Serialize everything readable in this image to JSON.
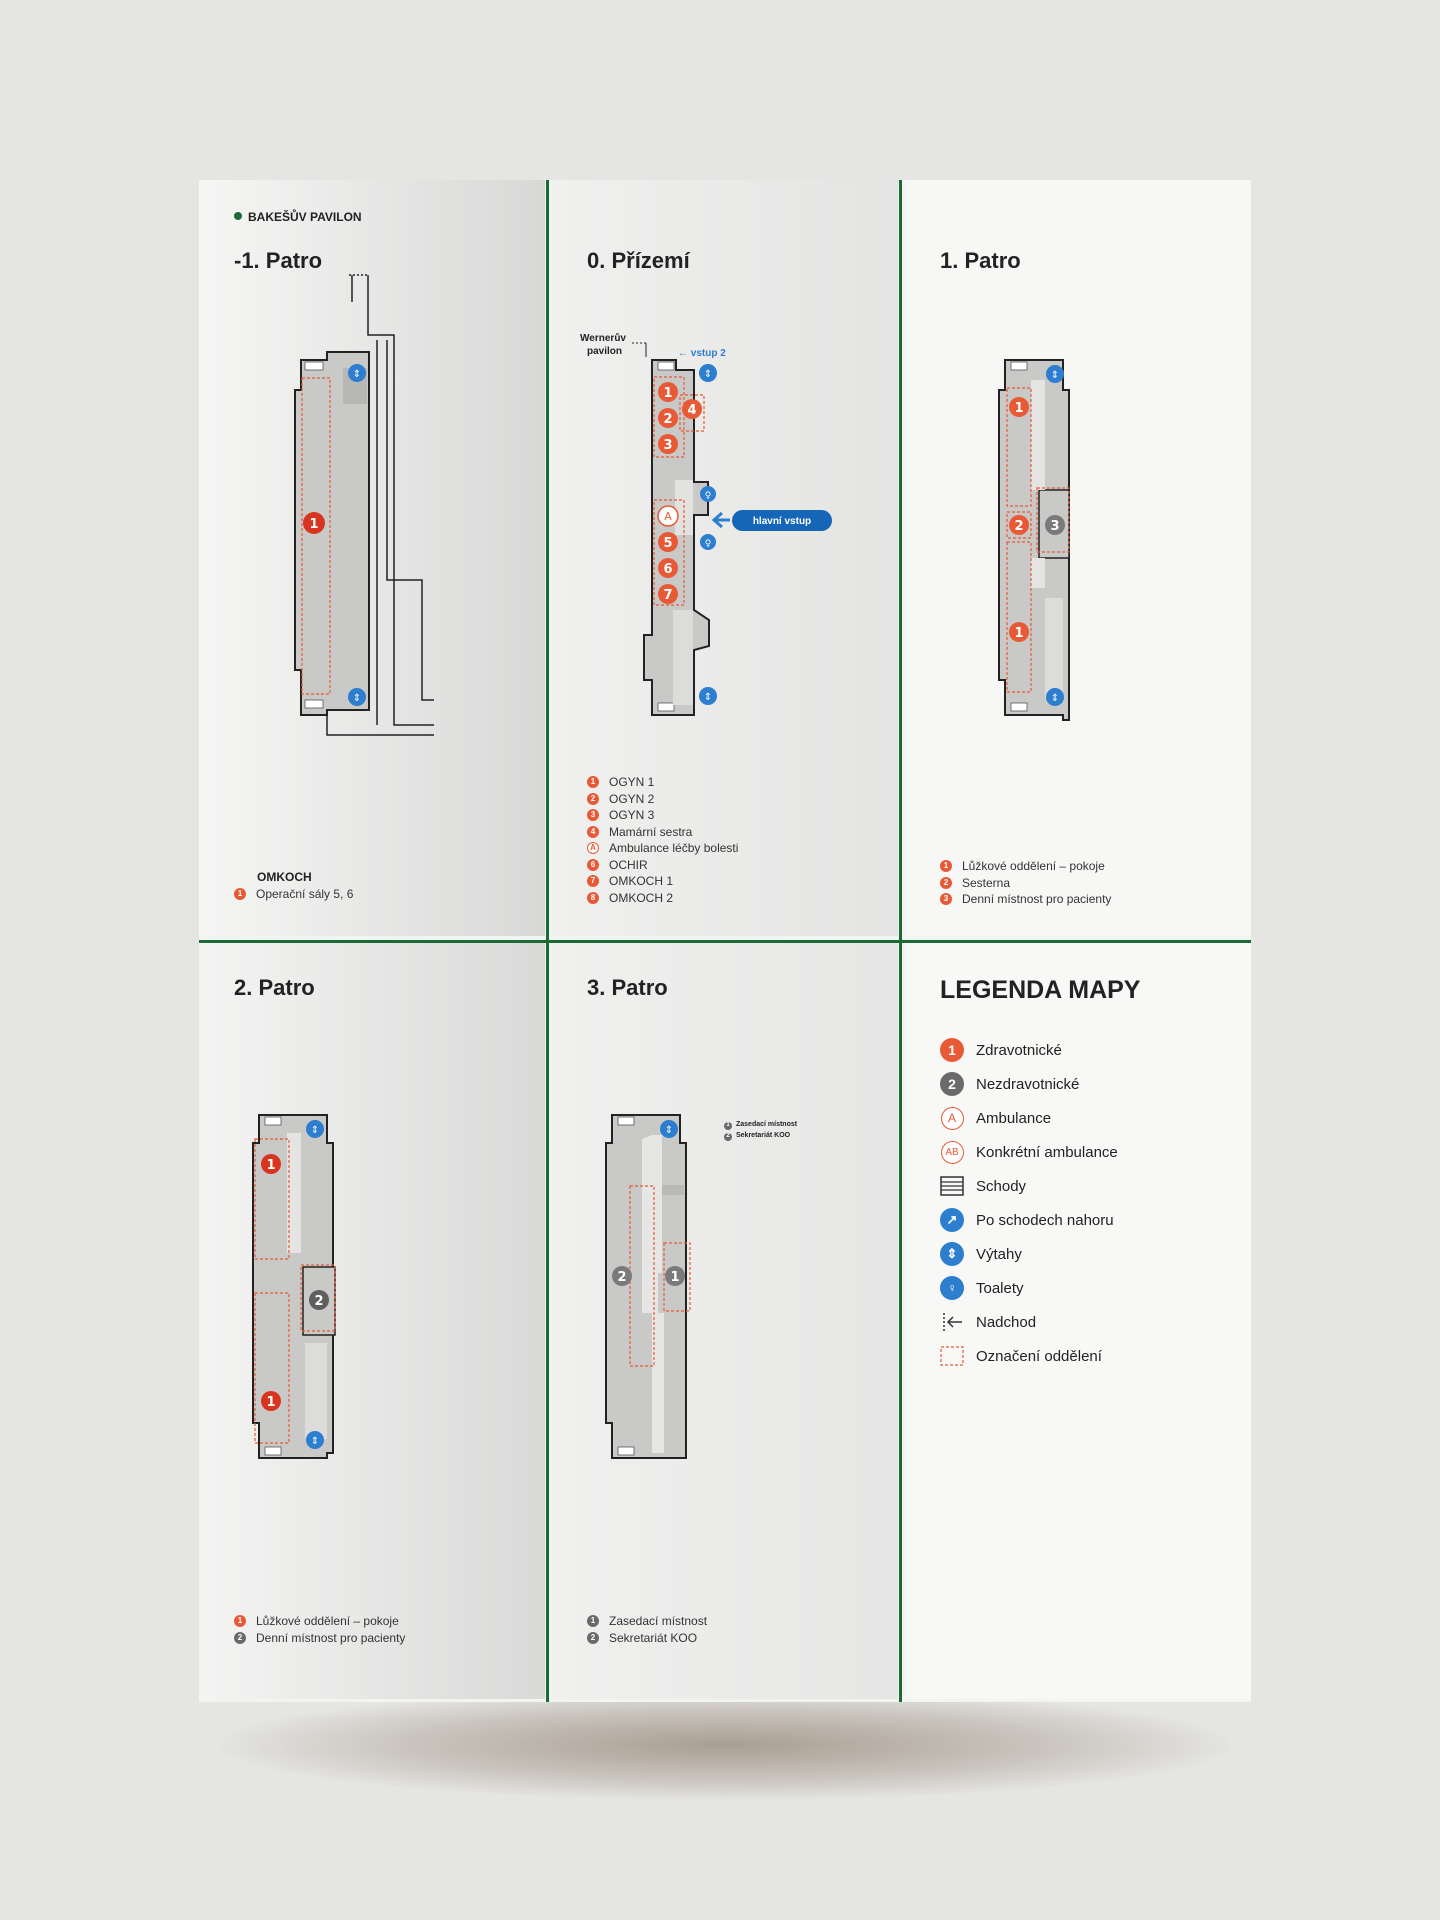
{
  "building": "BAKEŠŮV PAVILON",
  "colors": {
    "accent": "#1c6b34",
    "medical": "#e85a36",
    "nonmedical": "#6a6a6a",
    "blue": "#2d7ecf"
  },
  "floors": {
    "minus1": {
      "title": "-1. Patro",
      "legend_heading": "OMKOCH",
      "legend": [
        {
          "n": "1",
          "text": "Operační sály 5, 6"
        }
      ]
    },
    "ground": {
      "title": "0. Přízemí",
      "labels": {
        "werner": "Wernerův pavilon",
        "vstup2": "← vstup 2",
        "main": "hlavní vstup"
      },
      "legend": [
        {
          "n": "1",
          "text": "OGYN 1"
        },
        {
          "n": "2",
          "text": "OGYN 2"
        },
        {
          "n": "3",
          "text": "OGYN 3"
        },
        {
          "n": "4",
          "text": "Mamární sestra"
        },
        {
          "n": "A",
          "text": "Ambulance léčby bolesti"
        },
        {
          "n": "6",
          "text": "OCHIR"
        },
        {
          "n": "7",
          "text": "OMKOCH 1"
        },
        {
          "n": "8",
          "text": "OMKOCH 2"
        }
      ]
    },
    "first": {
      "title": "1. Patro",
      "legend": [
        {
          "n": "1",
          "text": "Lůžkové oddělení – pokoje"
        },
        {
          "n": "2",
          "text": "Sesterna"
        },
        {
          "n": "3",
          "text": "Denní místnost pro pacienty"
        }
      ]
    },
    "second": {
      "title": "2. Patro",
      "legend": [
        {
          "n": "1",
          "text": "Lůžkové oddělení – pokoje"
        },
        {
          "n": "2",
          "text": "Denní místnost pro pacienty"
        }
      ]
    },
    "third": {
      "title": "3. Patro",
      "mini": [
        {
          "n": "1",
          "text": "Zasedací místnost"
        },
        {
          "n": "2",
          "text": "Sekretariát KOO"
        }
      ],
      "legend": [
        {
          "n": "1",
          "text": "Zasedací místnost"
        },
        {
          "n": "2",
          "text": "Sekretariát KOO"
        }
      ]
    }
  },
  "map_legend": {
    "title": "LEGENDA MAPY",
    "items": [
      {
        "icon": "medical-number-icon",
        "label": "Zdravotnické"
      },
      {
        "icon": "nonmedical-number-icon",
        "label": "Nezdravotnické"
      },
      {
        "icon": "ambulance-icon",
        "label": "Ambulance"
      },
      {
        "icon": "specific-ambulance-icon",
        "label": "Konkrétní ambulance"
      },
      {
        "icon": "stairs-icon",
        "label": "Schody"
      },
      {
        "icon": "stairs-up-icon",
        "label": "Po schodech nahoru"
      },
      {
        "icon": "elevator-icon",
        "label": "Výtahy"
      },
      {
        "icon": "toilet-icon",
        "label": "Toalety"
      },
      {
        "icon": "passage-icon",
        "label": "Nadchod"
      },
      {
        "icon": "department-outline-icon",
        "label": "Označení oddělení"
      }
    ]
  }
}
